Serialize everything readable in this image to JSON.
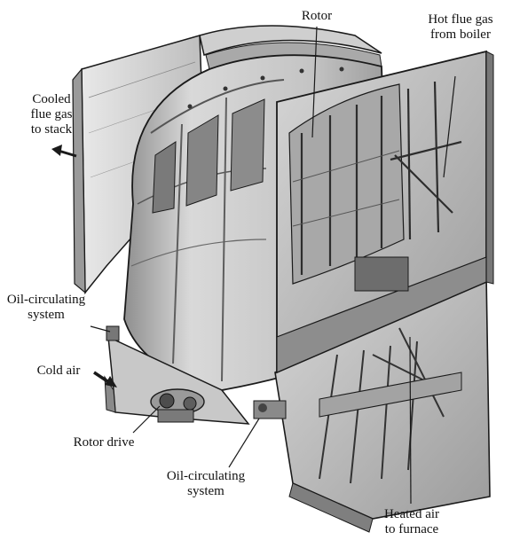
{
  "labels": {
    "rotor": [
      "Rotor"
    ],
    "hot_flue_gas": [
      "Hot flue gas",
      "from boiler"
    ],
    "cooled_flue_gas": [
      "Cooled",
      "flue gas",
      "to stack"
    ],
    "oil_system_left": [
      "Oil-circulating",
      "system"
    ],
    "cold_air": [
      "Cold air"
    ],
    "rotor_drive": [
      "Rotor drive"
    ],
    "oil_system_bottom": [
      "Oil-circulating",
      "system"
    ],
    "heated_air": [
      "Heated air",
      "to furnace"
    ]
  },
  "colors": {
    "ink": "#1a1a1a",
    "casing_light": "#dcdcdc",
    "casing_mid": "#b9b9b9",
    "casing_dark": "#8e8e8e",
    "shadow": "#6f6f6f"
  }
}
